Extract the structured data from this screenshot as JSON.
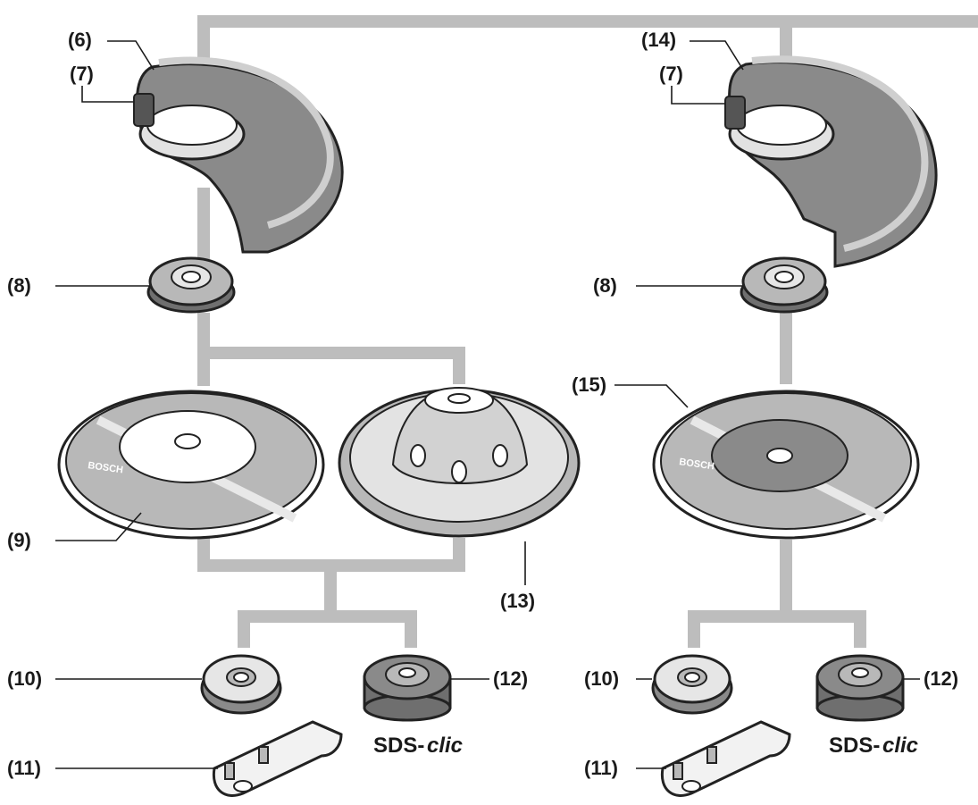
{
  "labels": {
    "guard_left": "(6)",
    "lever_left": "(7)",
    "guard_right": "(14)",
    "lever_right": "(7)",
    "flange_left": "(8)",
    "flange_right": "(8)",
    "wheel_left": "(9)",
    "cup_wheel": "(13)",
    "cut_disc": "(15)",
    "nut_left": "(10)",
    "quick_nut_left": "(12)",
    "nut_right": "(10)",
    "quick_nut_right": "(12)",
    "spanner_left": "(11)",
    "spanner_right": "(11)"
  },
  "brand_left": "SDS-",
  "brand_right": "SDS-",
  "brand_logo": "clic",
  "disc_print": "BOSCH",
  "colors": {
    "connector": "#bdbdbd",
    "part_dark": "#8a8a8a",
    "part_mid": "#b8b8b8",
    "part_light": "#e6e6e6",
    "outline": "#222222"
  }
}
